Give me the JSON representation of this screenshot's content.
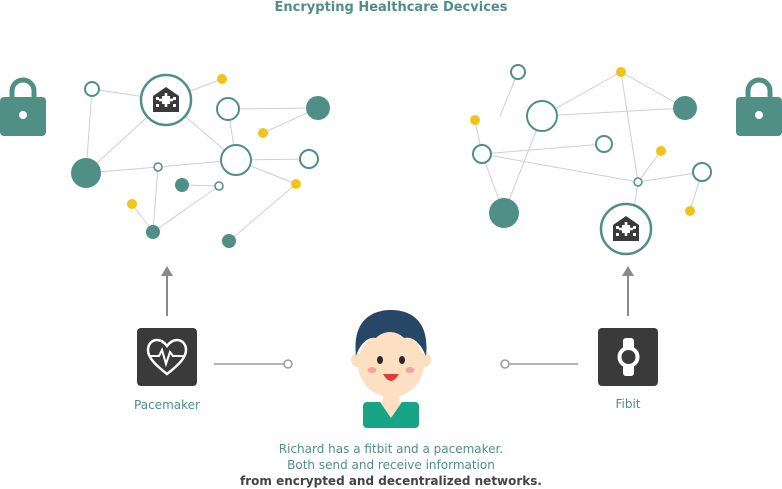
{
  "title": "Encrypting Healthcare Decvices",
  "devices": {
    "left": {
      "label": "Pacemaker",
      "icon": "heart-pulse-icon"
    },
    "right": {
      "label": "Fibit",
      "icon": "watch-icon"
    }
  },
  "caption": {
    "line1": "Richard has a fitbit and a pacemaker.",
    "line2": "Both send and receive information",
    "line3": "from encrypted and decentralized networks."
  },
  "colors": {
    "teal": "#4f8f86",
    "teal_dark": "#3e7b73",
    "yellow": "#f0c419",
    "gray_line": "#c9c9c9",
    "device_box": "#3a3a3a",
    "hair": "#274766",
    "skin": "#fde0c2",
    "shirt": "#18a585"
  }
}
